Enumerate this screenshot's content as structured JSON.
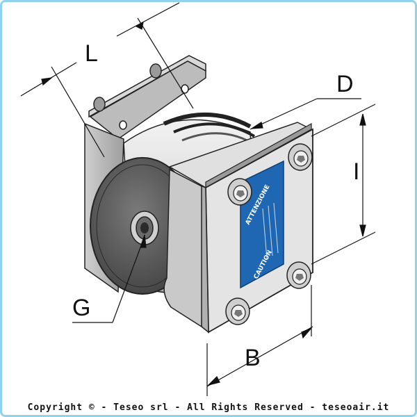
{
  "diagram": {
    "dimensions": {
      "L": "L",
      "D": "D",
      "I": "I",
      "G": "G",
      "B": "B"
    },
    "label_plate": {
      "caution": "CAUTION",
      "attention": "ATTENZIONE"
    },
    "colors": {
      "frame_border": "#8fd4ec",
      "plate_blue": "#1f67b3",
      "metal_light": "#e6e6e6",
      "metal_mid": "#bdbdbd",
      "rubber_dark": "#4a4a4a"
    }
  },
  "footer": {
    "copyright": "Copyright © - Teseo srl - All Rights Reserved - teseoair.it"
  }
}
